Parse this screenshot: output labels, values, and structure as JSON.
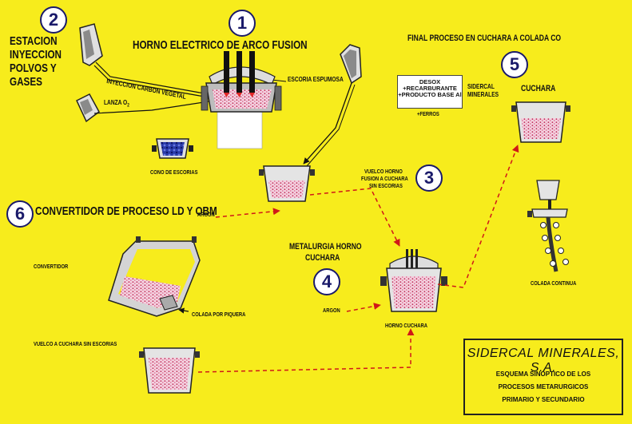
{
  "labels": {
    "estacion": [
      "ESTACION",
      "INYECCION",
      "POLVOS Y",
      "GASES"
    ],
    "horno_title": "HORNO ELECTRICO DE ARCO FUSION",
    "inyeccion_carbon": "INYECCION CARBON VEGETAL",
    "escoria_espumosa": "ESCORIA ESPUMOSA",
    "lanza": "LANZA O",
    "lanza_sub": "2",
    "cono": "CONO DE ESCORIAS",
    "final_proceso": "FINAL PROCESO EN CUCHARA A COLADA CO",
    "desox": [
      "DESOX",
      "+RECARBURANTE",
      "+PRODUCTO BASE Al"
    ],
    "ferros": "+FERROS",
    "sidercal_minerales": [
      "SIDERCAL",
      "MINERALES"
    ],
    "cuchara": "CUCHARA",
    "vuelco_horno": [
      "VUELCO HORNO",
      "FUSION A CUCHARA",
      "SIN ESCORIAS"
    ],
    "argon_top": "ARGON",
    "convertidor_title": "CONVERTIDOR DE PROCESO  LD Y OBM",
    "metalurgia": [
      "METALURGIA HORNO",
      "CUCHARA"
    ],
    "convertidor": "CONVERTIDOR",
    "colada_piquera": "COLADA POR PIQUERA",
    "argon_mid": "ARGON",
    "horno_cuchara": "HORNO CUCHARA",
    "colada_continua": "COLADA CONTINUA",
    "vuelco_cuchara": "VUELCO A CUCHARA SIN ESCORIAS"
  },
  "steps": [
    "1",
    "2",
    "3",
    "4",
    "5",
    "6"
  ],
  "company": {
    "name": "SIDERCAL MINERALES, S.A.",
    "subtitle": [
      "ESQUEMA SINOPTICO DE LOS",
      "PROCESOS METARURGICOS",
      "PRIMARIO Y SECUNDARIO"
    ]
  },
  "colors": {
    "background": "#f7ec1c",
    "ladle": "#e8e8e8",
    "steel_melt": "#f2c6d8",
    "melt_dots": "#c0305a",
    "slag": "#1a2a9a",
    "flow_arrow": "#d01818",
    "circle_text": "#1a1a6a"
  }
}
